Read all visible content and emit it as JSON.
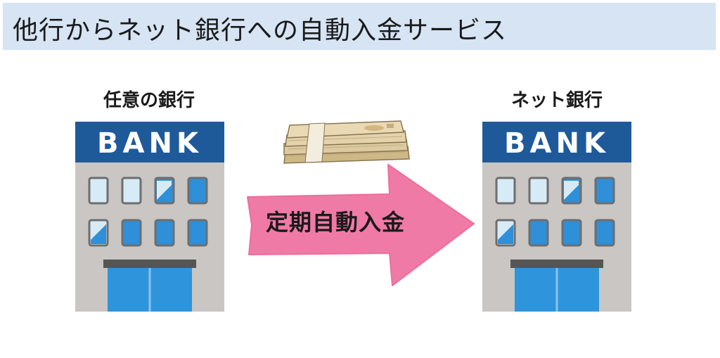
{
  "title": "他行からネット銀行への自動入金サービス",
  "source_bank": {
    "label": "任意の銀行",
    "sign": "BANK"
  },
  "target_bank": {
    "label": "ネット銀行",
    "sign": "BANK"
  },
  "arrow_label": "定期自動入金",
  "colors": {
    "title_bg": "#d6e4f4",
    "bank_sign": "#1e5a9a",
    "bank_wall": "#c9c6c3",
    "window_blue": "#2f8fd8",
    "door_blue": "#2e95dc",
    "arrow_pink": "#f07aa6",
    "money_tan": "#d9c69a"
  }
}
